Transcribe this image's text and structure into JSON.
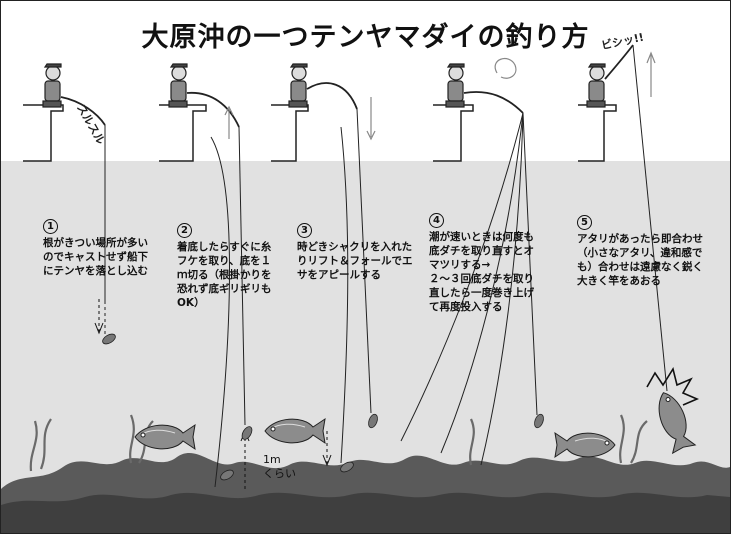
{
  "title": "大原沖の一つテンヤマダイの釣り方",
  "steps": [
    {
      "num": "1",
      "text": "根がきつい場所が多い\nのでキャストせず船下\nにテンヤを落とし込む"
    },
    {
      "num": "2",
      "text": "着底したらすぐに糸\nフケを取り、底を１\nｍ切る（根掛かりを\n恐れず底ギリギリも\nOK）"
    },
    {
      "num": "3",
      "text": "時どきシャクリを入れた\nりリフト＆フォールでエ\nサをアピールする"
    },
    {
      "num": "4",
      "text": "潮が速いときは何度も\n底ダチを取り直すとオ\nマツリする→\n２～３回底ダチを取り\n直したら一度巻き上げ\nて再度投入する"
    },
    {
      "num": "5",
      "text": "アタリがあったら即合わせ\n（小さなアタリ、違和感で\nも）合わせは遠慮なく鋭く\n大きく竿をあおる"
    }
  ],
  "sfx": {
    "sinking": "スルスル",
    "strike": "ビシッ!!"
  },
  "depth_label": "1m\nくらい",
  "colors": {
    "water": "#e1e1e1",
    "seabed": "#555555",
    "line": "#222222"
  }
}
